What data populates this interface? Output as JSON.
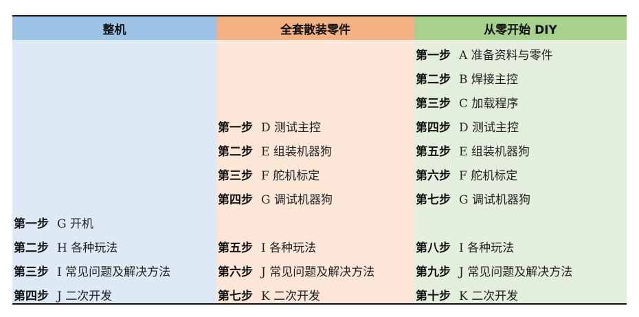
{
  "columns": [
    {
      "header": "整机",
      "rows": [
        {
          "slot": 7,
          "step": "第一步",
          "desc": "G 开机"
        },
        {
          "slot": 8,
          "step": "第二步",
          "desc": "H 各种玩法"
        },
        {
          "slot": 9,
          "step": "第三步",
          "desc": "I 常见问题及解决方法"
        },
        {
          "slot": 10,
          "step": "第四步",
          "desc": "J 二次开发"
        }
      ]
    },
    {
      "header": "全套散装零件",
      "rows": [
        {
          "slot": 3,
          "step": "第一步",
          "desc": "D 测试主控"
        },
        {
          "slot": 4,
          "step": "第二步",
          "desc": "E 组装机器狗"
        },
        {
          "slot": 5,
          "step": "第三步",
          "desc": "F 舵机标定"
        },
        {
          "slot": 6,
          "step": "第四步",
          "desc": "G 调试机器狗"
        },
        {
          "slot": 8,
          "step": "第五步",
          "desc": "I 各种玩法"
        },
        {
          "slot": 9,
          "step": "第六步",
          "desc": "J 常见问题及解决方法"
        },
        {
          "slot": 10,
          "step": "第七步",
          "desc": "K 二次开发"
        }
      ]
    },
    {
      "header": "从零开始 DIY",
      "rows": [
        {
          "slot": 0,
          "step": "第一步",
          "desc": "A 准备资料与零件"
        },
        {
          "slot": 1,
          "step": "第二步",
          "desc": "B 焊接主控"
        },
        {
          "slot": 2,
          "step": "第三步",
          "desc": "C 加载程序"
        },
        {
          "slot": 3,
          "step": "第四步",
          "desc": "D 测试主控"
        },
        {
          "slot": 4,
          "step": "第五步",
          "desc": "E 组装机器狗"
        },
        {
          "slot": 5,
          "step": "第六步",
          "desc": "F 舵机标定"
        },
        {
          "slot": 6,
          "step": "第七步",
          "desc": "G 调试机器狗"
        },
        {
          "slot": 8,
          "step": "第八步",
          "desc": "I 各种玩法"
        },
        {
          "slot": 9,
          "step": "第九步",
          "desc": "J 常见问题及解决方法"
        },
        {
          "slot": 10,
          "step": "第十步",
          "desc": "K 二次开发"
        }
      ]
    }
  ]
}
